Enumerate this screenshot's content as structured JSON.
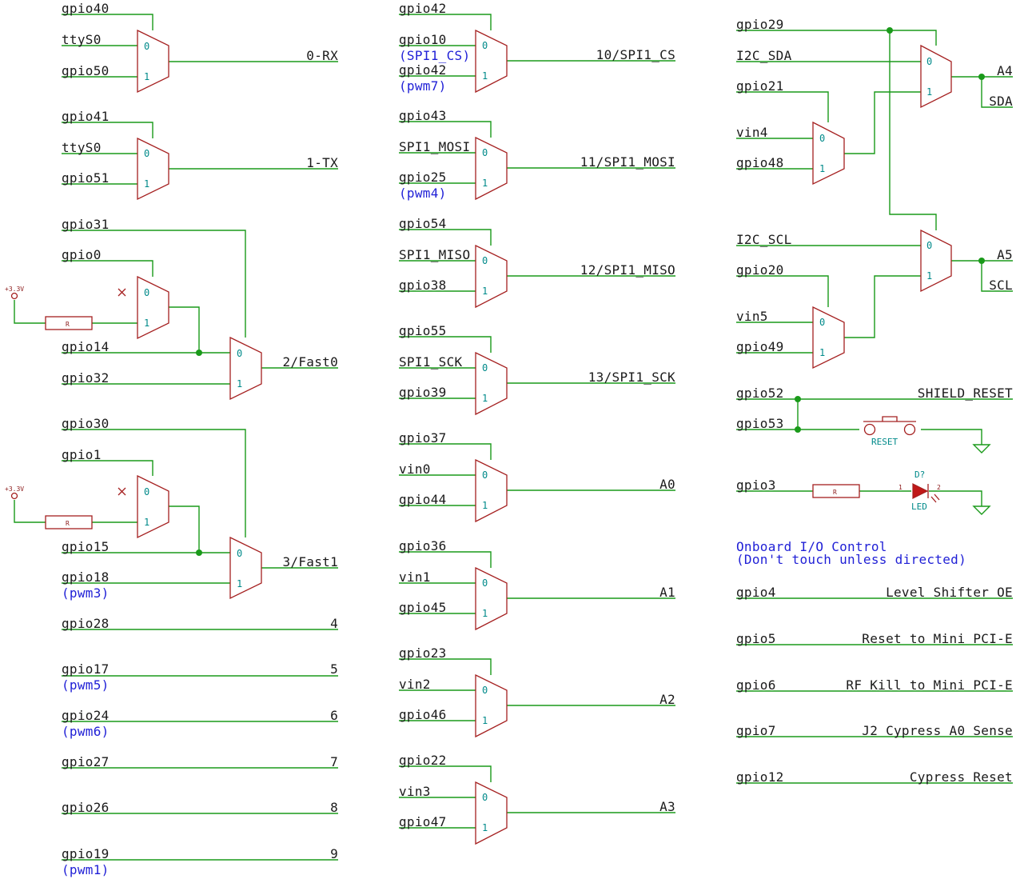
{
  "col1": {
    "mux_rx": {
      "top": "gpio40",
      "in0": "ttyS0",
      "in1": "gpio50",
      "out": "0-RX"
    },
    "mux_tx": {
      "top": "gpio41",
      "in0": "ttyS0",
      "in1": "gpio51",
      "out": "1-TX"
    },
    "fast0": {
      "top": "gpio31",
      "inner_top": "gpio0",
      "in_mid": "gpio14",
      "in1": "gpio32",
      "out": "2/Fast0",
      "power": "+3.3V",
      "resistor": "R"
    },
    "fast1": {
      "top": "gpio30",
      "inner_top": "gpio1",
      "in_mid": "gpio15",
      "in1": "gpio18",
      "in1_note": "(pwm3)",
      "out": "3/Fast1",
      "power": "+3.3V",
      "resistor": "R"
    },
    "lines": [
      {
        "left": "gpio28",
        "note": "",
        "right": "4"
      },
      {
        "left": "gpio17",
        "note": "(pwm5)",
        "right": "5"
      },
      {
        "left": "gpio24",
        "note": "(pwm6)",
        "right": "6"
      },
      {
        "left": "gpio27",
        "note": "",
        "right": "7"
      },
      {
        "left": "gpio26",
        "note": "",
        "right": "8"
      },
      {
        "left": "gpio19",
        "note": "(pwm1)",
        "right": "9"
      }
    ]
  },
  "col2": {
    "muxes": [
      {
        "top": "gpio42",
        "in0": "gpio10",
        "in0_note": "(SPI1_CS)",
        "in1": "gpio42",
        "in1_note": "(pwm7)",
        "out": "10/SPI1_CS"
      },
      {
        "top": "gpio43",
        "in0": "SPI1_MOSI",
        "in0_note": "",
        "in1": "gpio25",
        "in1_note": "(pwm4)",
        "out": "11/SPI1_MOSI"
      },
      {
        "top": "gpio54",
        "in0": "SPI1_MISO",
        "in0_note": "",
        "in1": "gpio38",
        "in1_note": "",
        "out": "12/SPI1_MISO"
      },
      {
        "top": "gpio55",
        "in0": "SPI1_SCK",
        "in0_note": "",
        "in1": "gpio39",
        "in1_note": "",
        "out": "13/SPI1_SCK"
      },
      {
        "top": "gpio37",
        "in0": "vin0",
        "in0_note": "",
        "in1": "gpio44",
        "in1_note": "",
        "out": "A0"
      },
      {
        "top": "gpio36",
        "in0": "vin1",
        "in0_note": "",
        "in1": "gpio45",
        "in1_note": "",
        "out": "A1"
      },
      {
        "top": "gpio23",
        "in0": "vin2",
        "in0_note": "",
        "in1": "gpio46",
        "in1_note": "",
        "out": "A2"
      },
      {
        "top": "gpio22",
        "in0": "vin3",
        "in0_note": "",
        "in1": "gpio47",
        "in1_note": "",
        "out": "A3"
      }
    ]
  },
  "col3": {
    "a4": {
      "top": "gpio29",
      "in0": "I2C_SDA",
      "inner_top": "gpio21",
      "inner_in0": "vin4",
      "inner_in1": "gpio48",
      "out": "A4",
      "out2": "SDA"
    },
    "a5": {
      "in0": "I2C_SCL",
      "inner_top": "gpio20",
      "inner_in0": "vin5",
      "inner_in1": "gpio49",
      "out": "A5",
      "out2": "SCL"
    },
    "reset": {
      "gpio_a": "gpio52",
      "gpio_b": "gpio53",
      "net": "SHIELD_RESET",
      "switch_label": "RESET"
    },
    "led": {
      "gpio": "gpio3",
      "resistor": "R",
      "ref": "D?",
      "label": "LED",
      "pin1": "1",
      "pin2": "2"
    },
    "note_line1": "Onboard I/O Control",
    "note_line2": "(Don't touch unless directed)",
    "controls": [
      {
        "left": "gpio4",
        "right": "Level Shifter OE"
      },
      {
        "left": "gpio5",
        "right": "Reset to Mini PCI-E"
      },
      {
        "left": "gpio6",
        "right": "RF Kill to Mini PCI-E"
      },
      {
        "left": "gpio7",
        "right": "J2 Cypress A0 Sense"
      },
      {
        "left": "gpio12",
        "right": "Cypress Reset"
      }
    ]
  },
  "mux_pin_0": "0",
  "mux_pin_1": "1",
  "colors": {
    "wire": "#1a9a1a",
    "component": "#a52020",
    "pin": "#008a8a",
    "note": "#1f1fd6"
  }
}
